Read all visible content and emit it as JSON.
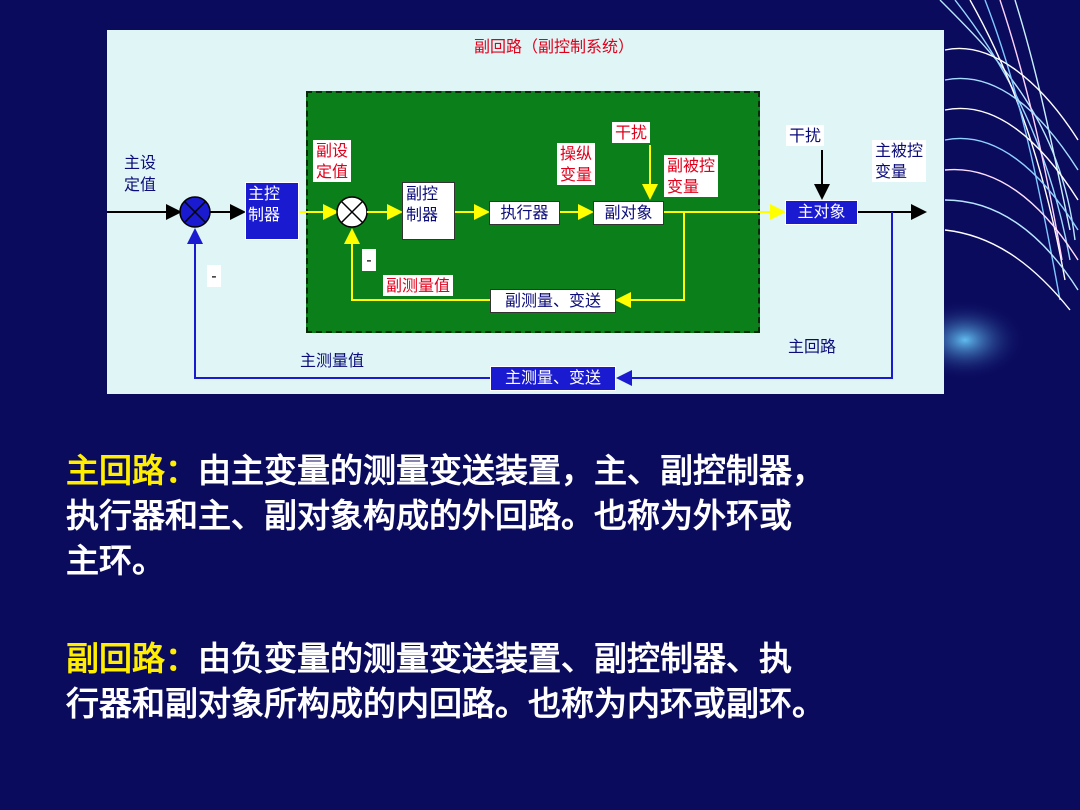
{
  "diagram": {
    "title": "副回路（副控制系统）",
    "labels": {
      "main_setpoint": [
        "主设",
        "定值"
      ],
      "sub_setpoint": [
        "副设",
        "定值"
      ],
      "manipulated_var": [
        "操纵",
        "变量"
      ],
      "disturbance_inner": "干扰",
      "sub_controlled_var": [
        "副被控",
        "变量"
      ],
      "disturbance_outer": "干扰",
      "main_controlled_var": [
        "主被控",
        "变量"
      ],
      "sub_measured_value": "副测量值",
      "main_measured_value": "主测量值",
      "main_loop": "主回路",
      "minus_outer": "-",
      "minus_inner": "-"
    },
    "blocks": {
      "main_controller": [
        "主控",
        "制器"
      ],
      "sub_controller": [
        "副控",
        "制器"
      ],
      "actuator": "执行器",
      "sub_object": "副对象",
      "main_object": "主对象",
      "sub_transmitter": "副测量、变送",
      "main_transmitter": "主测量、变送"
    }
  },
  "definitions": [
    {
      "term": "主回路：",
      "lines": [
        "由主变量的测量变送装置，主、副控制器，",
        "执行器和主、副对象构成的外回路。也称为外环或",
        "主环。"
      ]
    },
    {
      "term": "副回路：",
      "lines": [
        "由负变量的测量变送装置、副控制器、执",
        "行器和副对象所构成的内回路。也称为内环或副环。"
      ]
    }
  ]
}
